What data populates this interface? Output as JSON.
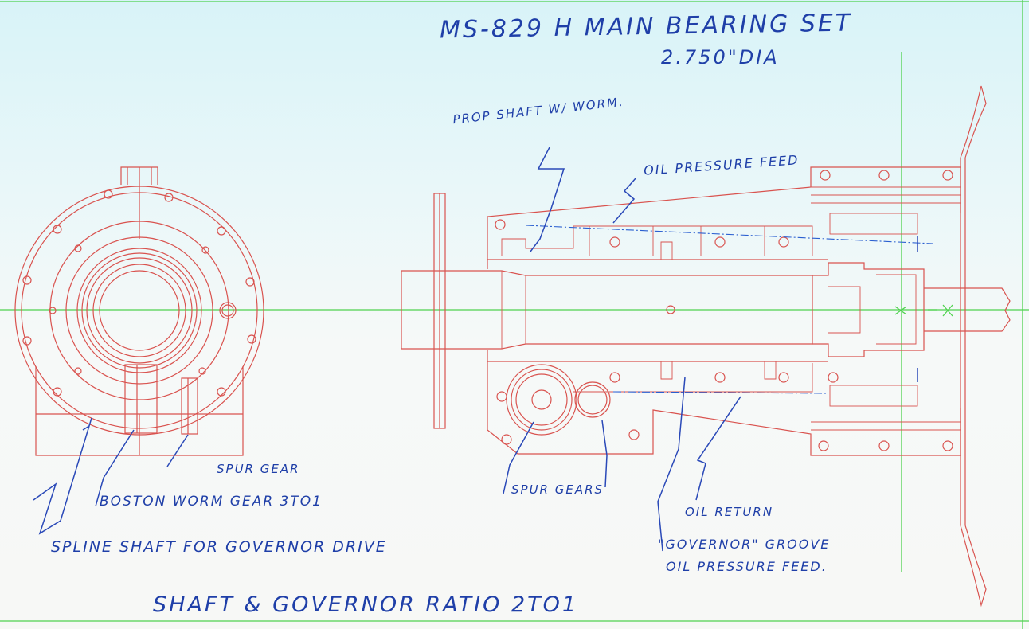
{
  "title": {
    "line1": "MS-829 H  MAIN BEARING SET",
    "line2": "2.750\"DIA"
  },
  "notes": {
    "prop_shaft": "PROP SHAFT W/ WORM.",
    "oil_pressure_feed": "OIL PRESSURE FEED",
    "spur_gear": "SPUR GEAR",
    "boston_worm": "BOSTON WORM GEAR 3TO1",
    "spline_shaft": "SPLINE SHAFT FOR GOVERNOR DRIVE",
    "spur_gears": "SPUR GEARS",
    "oil_return": "OIL RETURN",
    "governor_groove": "\"GOVERNOR\" GROOVE",
    "groove_feed": "OIL PRESSURE FEED.",
    "ratio": "SHAFT & GOVERNOR RATIO 2TO1"
  },
  "colors": {
    "mechanical_lines": "#d9534f",
    "centerlines": "#4fd24f",
    "annotations": "#2a49b8"
  }
}
